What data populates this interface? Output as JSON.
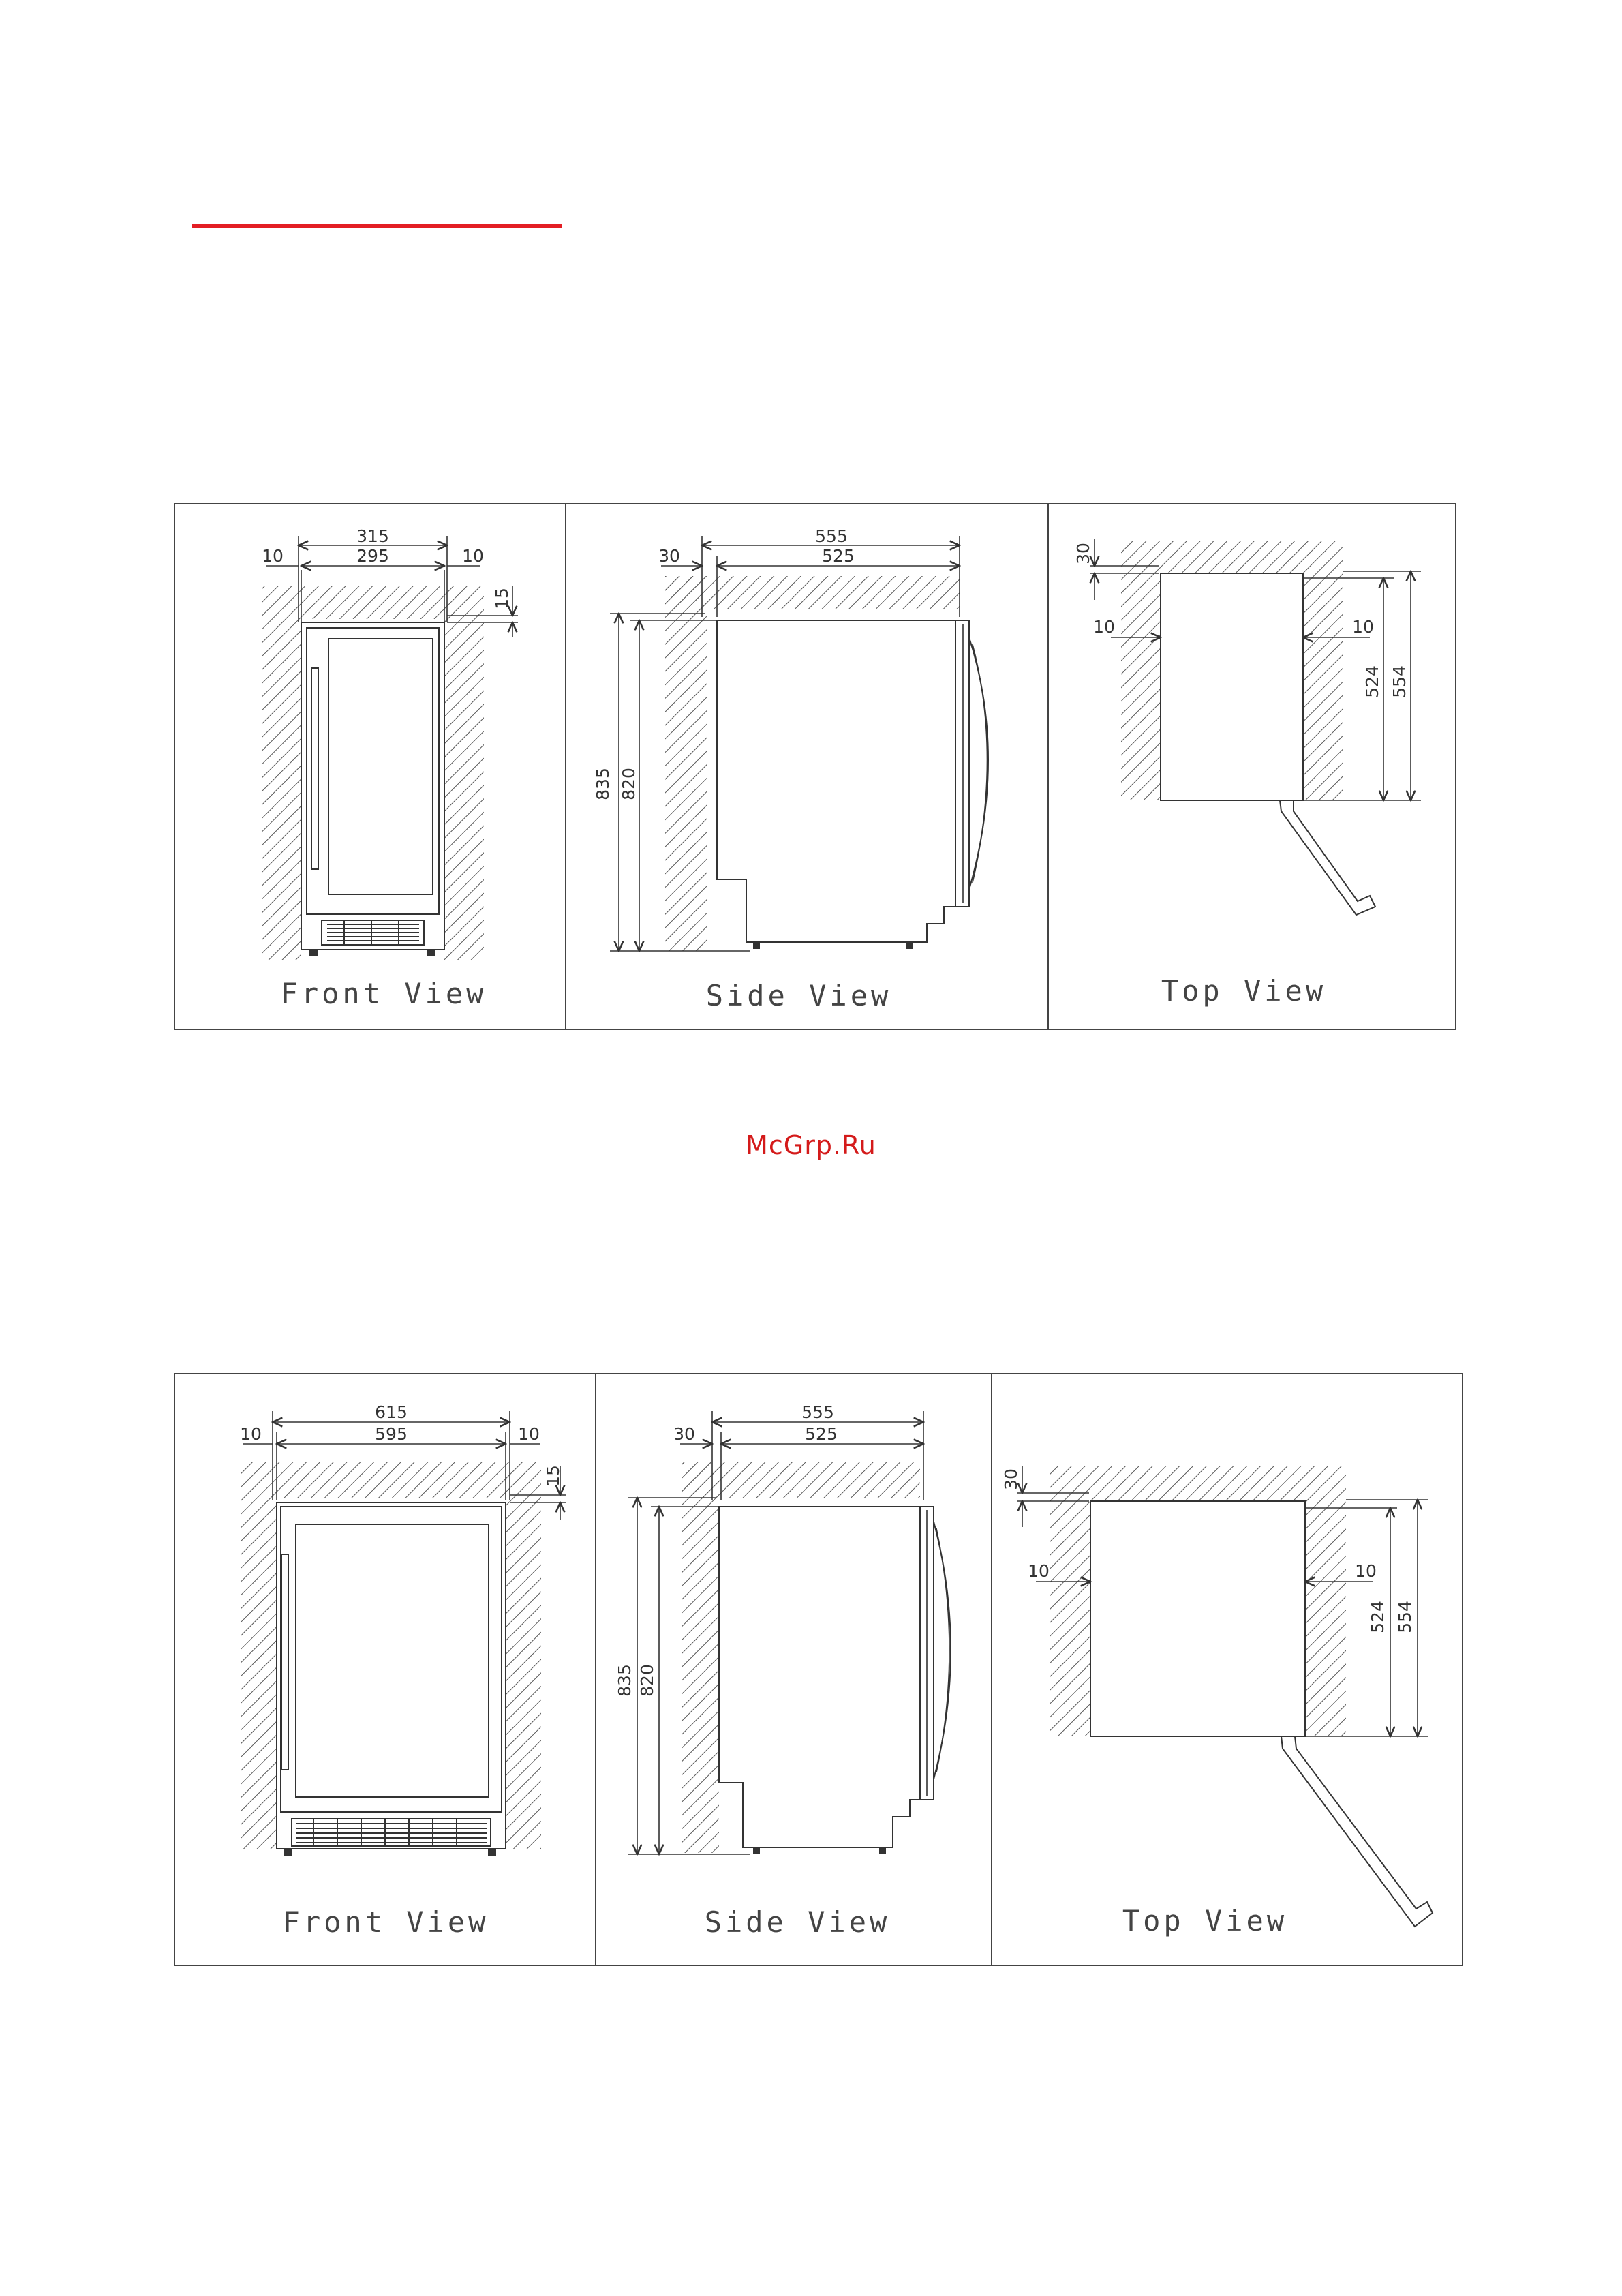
{
  "accent_color": "#e31e24",
  "watermark": "McGrp.Ru",
  "diagrams": [
    {
      "front": {
        "label": "Front View",
        "dims": {
          "outer_width": "315",
          "inner_width": "295",
          "left_gap": "10",
          "right_gap": "10",
          "top_gap": "15"
        }
      },
      "side": {
        "label": "Side View",
        "dims": {
          "outer_depth": "555",
          "inner_depth": "525",
          "back_gap": "30",
          "outer_height": "835",
          "inner_height": "820"
        }
      },
      "top": {
        "label": "Top View",
        "dims": {
          "back_gap": "30",
          "left_gap": "10",
          "right_gap": "10",
          "inner_depth": "524",
          "outer_depth": "554"
        }
      }
    },
    {
      "front": {
        "label": "Front View",
        "dims": {
          "outer_width": "615",
          "inner_width": "595",
          "left_gap": "10",
          "right_gap": "10",
          "top_gap": "15"
        }
      },
      "side": {
        "label": "Side View",
        "dims": {
          "outer_depth": "555",
          "inner_depth": "525",
          "back_gap": "30",
          "outer_height": "835",
          "inner_height": "820"
        }
      },
      "top": {
        "label": "Top View",
        "dims": {
          "back_gap": "30",
          "left_gap": "10",
          "right_gap": "10",
          "inner_depth": "524",
          "outer_depth": "554"
        }
      }
    }
  ]
}
